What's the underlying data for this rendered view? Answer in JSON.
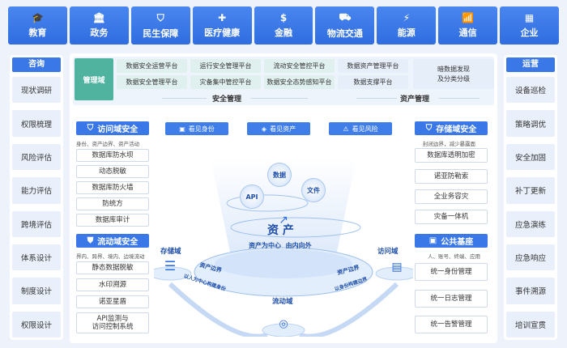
{
  "tabs": [
    {
      "label": "教育",
      "icon": "graduation-icon"
    },
    {
      "label": "政务",
      "icon": "government-icon"
    },
    {
      "label": "民生保障",
      "icon": "shield-icon"
    },
    {
      "label": "医疗健康",
      "icon": "medical-icon"
    },
    {
      "label": "金融",
      "icon": "money-bag-icon"
    },
    {
      "label": "物流交通",
      "icon": "truck-icon"
    },
    {
      "label": "能源",
      "icon": "energy-icon"
    },
    {
      "label": "通信",
      "icon": "signal-icon"
    },
    {
      "label": "企业",
      "icon": "building-icon"
    }
  ],
  "left": {
    "title": "咨询",
    "items": [
      "现状调研",
      "权限梳理",
      "风险评估",
      "能力评估",
      "跨境评估",
      "体系设计",
      "制度设计",
      "权限设计"
    ]
  },
  "right": {
    "title": "运营",
    "items": [
      "设备巡检",
      "策略调优",
      "安全加固",
      "补丁更新",
      "应急演练",
      "应急响应",
      "事件溯源",
      "培训宣贯"
    ]
  },
  "mgmt": {
    "label": "管理域",
    "security_platforms": [
      "数据安全运营平台",
      "运行安全管理平台",
      "流动安全管控平台",
      "数据安全管理平台",
      "灾备集中管控平台",
      "数据安全态势感知平台"
    ],
    "asset_platforms": [
      "数据资产管理平台",
      "数据支撑平台"
    ],
    "dark_data": "暗数据发现\n及分类分级",
    "security_label": "安全管理",
    "asset_label": "资产管理"
  },
  "access": {
    "title": "访问域安全",
    "sub": "身份、资产边界、资产活动",
    "items": [
      "数据库防水坝",
      "动态脱敏",
      "数据库防火墙",
      "防统方",
      "数据库审计"
    ]
  },
  "flow": {
    "title": "流动域安全",
    "sub": "界内、跨界、境内、边境流动",
    "items": [
      "静态数据脱敏",
      "水印溯源",
      "诺亚星盾",
      "API监测与\n访问控制系统"
    ]
  },
  "storage": {
    "title": "存储域安全",
    "sub": "封闭边界，减少暴露面",
    "items": [
      "数据库透明加密",
      "诺亚防勒索",
      "全业务容灾",
      "灾备一体机"
    ]
  },
  "public": {
    "title": "公共基座",
    "sub": "人、账号、终端、应用",
    "items": [
      "统一身份管理",
      "统一日志管理",
      "统一告警管理"
    ]
  },
  "see": [
    "看见身份",
    "看见资产",
    "看见风险"
  ],
  "center": {
    "asset": "资 产",
    "slogan": "资产为中心  由内向外",
    "data": "数据",
    "api": "API",
    "file": "文件",
    "storage": "存储域",
    "access": "访问域",
    "flow": "流动域",
    "left_border": "资产边界",
    "left_arrow": "以人为中心构建身份",
    "right_border": "资产边界",
    "right_arrow": "以身份构建边界"
  },
  "colors": {
    "primary": "#3a78e8",
    "mgmt": "#4fb3a0"
  }
}
